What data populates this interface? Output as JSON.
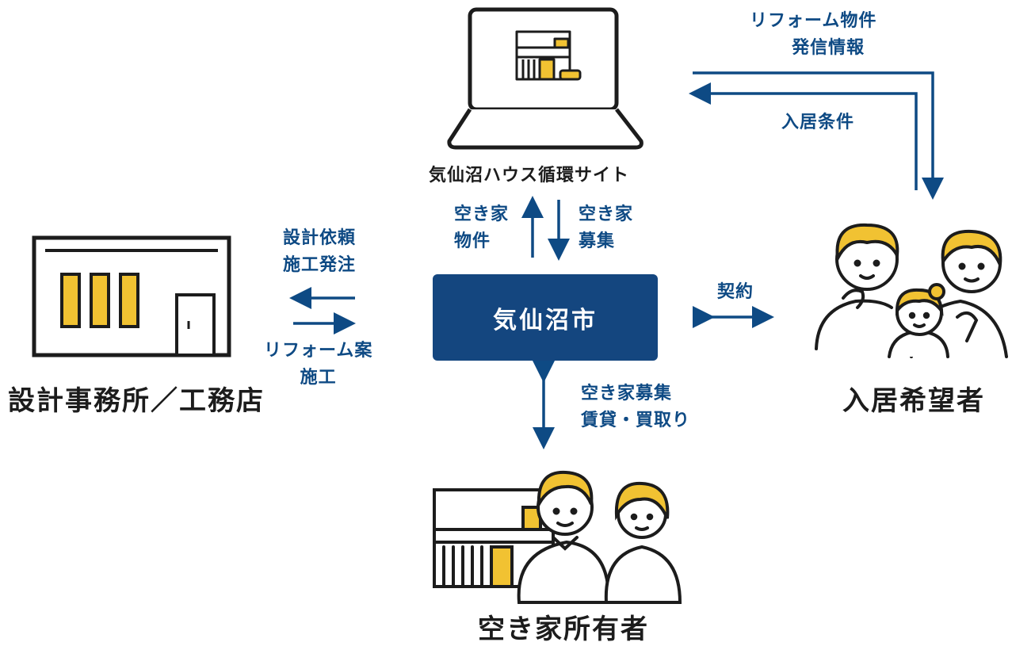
{
  "nodes": {
    "site_label": "気仙沼ハウス循環サイト",
    "city_label": "気仙沼市",
    "office_label": "設計事務所／工務店",
    "resident_label": "入居希望者",
    "owner_label": "空き家所有者"
  },
  "edges": {
    "reform_info": [
      "リフォーム物件",
      "発信情報"
    ],
    "conditions": "入居条件",
    "akiya_property": [
      "空き家",
      "物件"
    ],
    "akiya_recruit": [
      "空き家",
      "募集"
    ],
    "design_request": [
      "設計依頼",
      "施工発注"
    ],
    "reform_plan": [
      "リフォーム案",
      "施工"
    ],
    "contract": "契約",
    "akiya_rent": [
      "空き家募集",
      "賃貸・買取り"
    ]
  },
  "colors": {
    "navy": "#14467f",
    "arrow": "#0e4a84",
    "accent_yellow": "#f1c232",
    "line": "#1c1c1c"
  }
}
